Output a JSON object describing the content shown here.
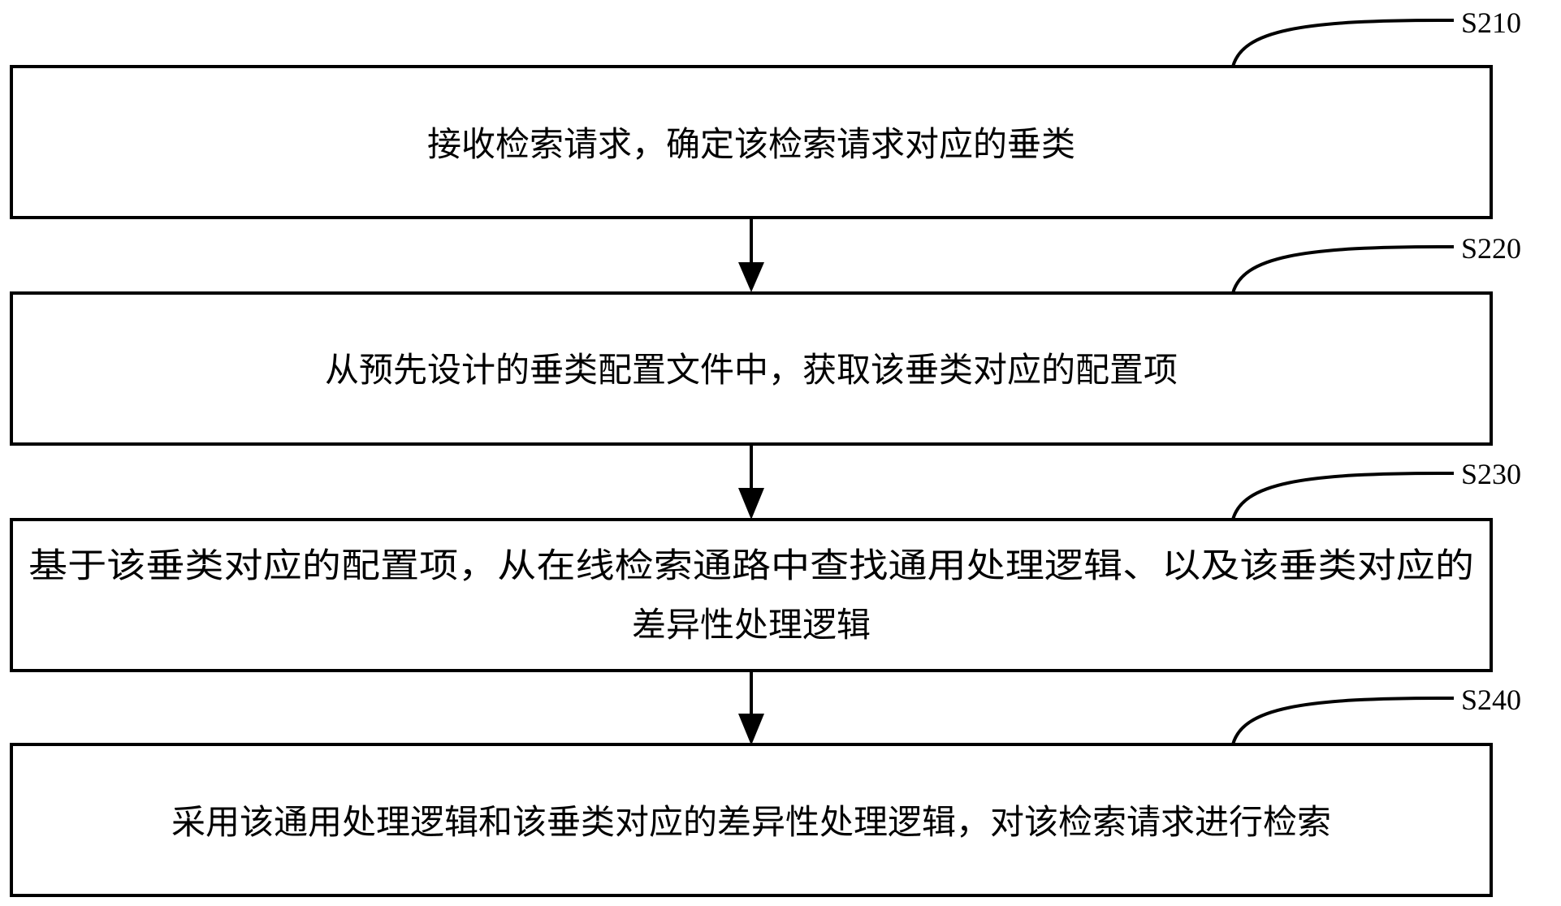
{
  "steps": [
    {
      "id": "S210",
      "lines": [
        "接收检索请求，确定该检索请求对应的垂类"
      ]
    },
    {
      "id": "S220",
      "lines": [
        "从预先设计的垂类配置文件中，获取该垂类对应的配置项"
      ]
    },
    {
      "id": "S230",
      "lines": [
        "基于该垂类对应的配置项，从在线检索通路中查找通用处理逻辑、以及该垂类对应的",
        "差异性处理逻辑"
      ]
    },
    {
      "id": "S240",
      "lines": [
        "采用该通用处理逻辑和该垂类对应的差异性处理逻辑，对该检索请求进行检索"
      ]
    }
  ]
}
